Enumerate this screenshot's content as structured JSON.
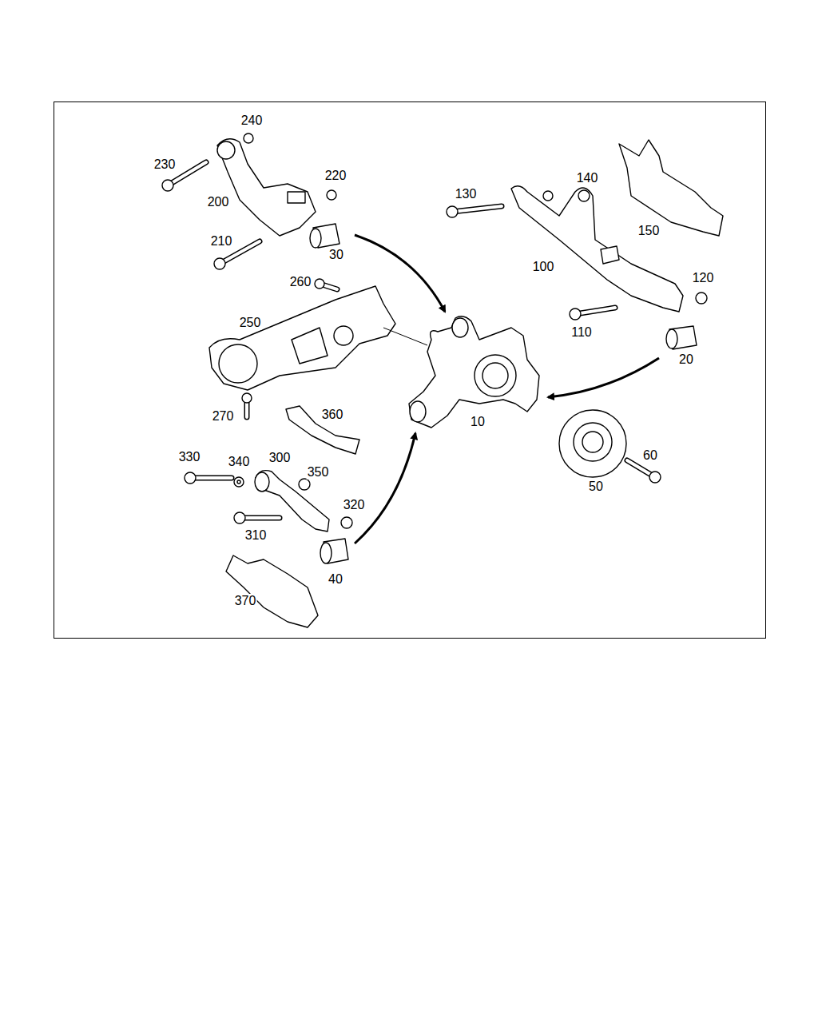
{
  "diagram": {
    "labels": [
      "240",
      "230",
      "220",
      "200",
      "130",
      "140",
      "150",
      "210",
      "30",
      "100",
      "120",
      "260",
      "250",
      "110",
      "20",
      "10",
      "270",
      "360",
      "330",
      "340",
      "300",
      "350",
      "60",
      "320",
      "50",
      "310",
      "40",
      "370"
    ]
  }
}
